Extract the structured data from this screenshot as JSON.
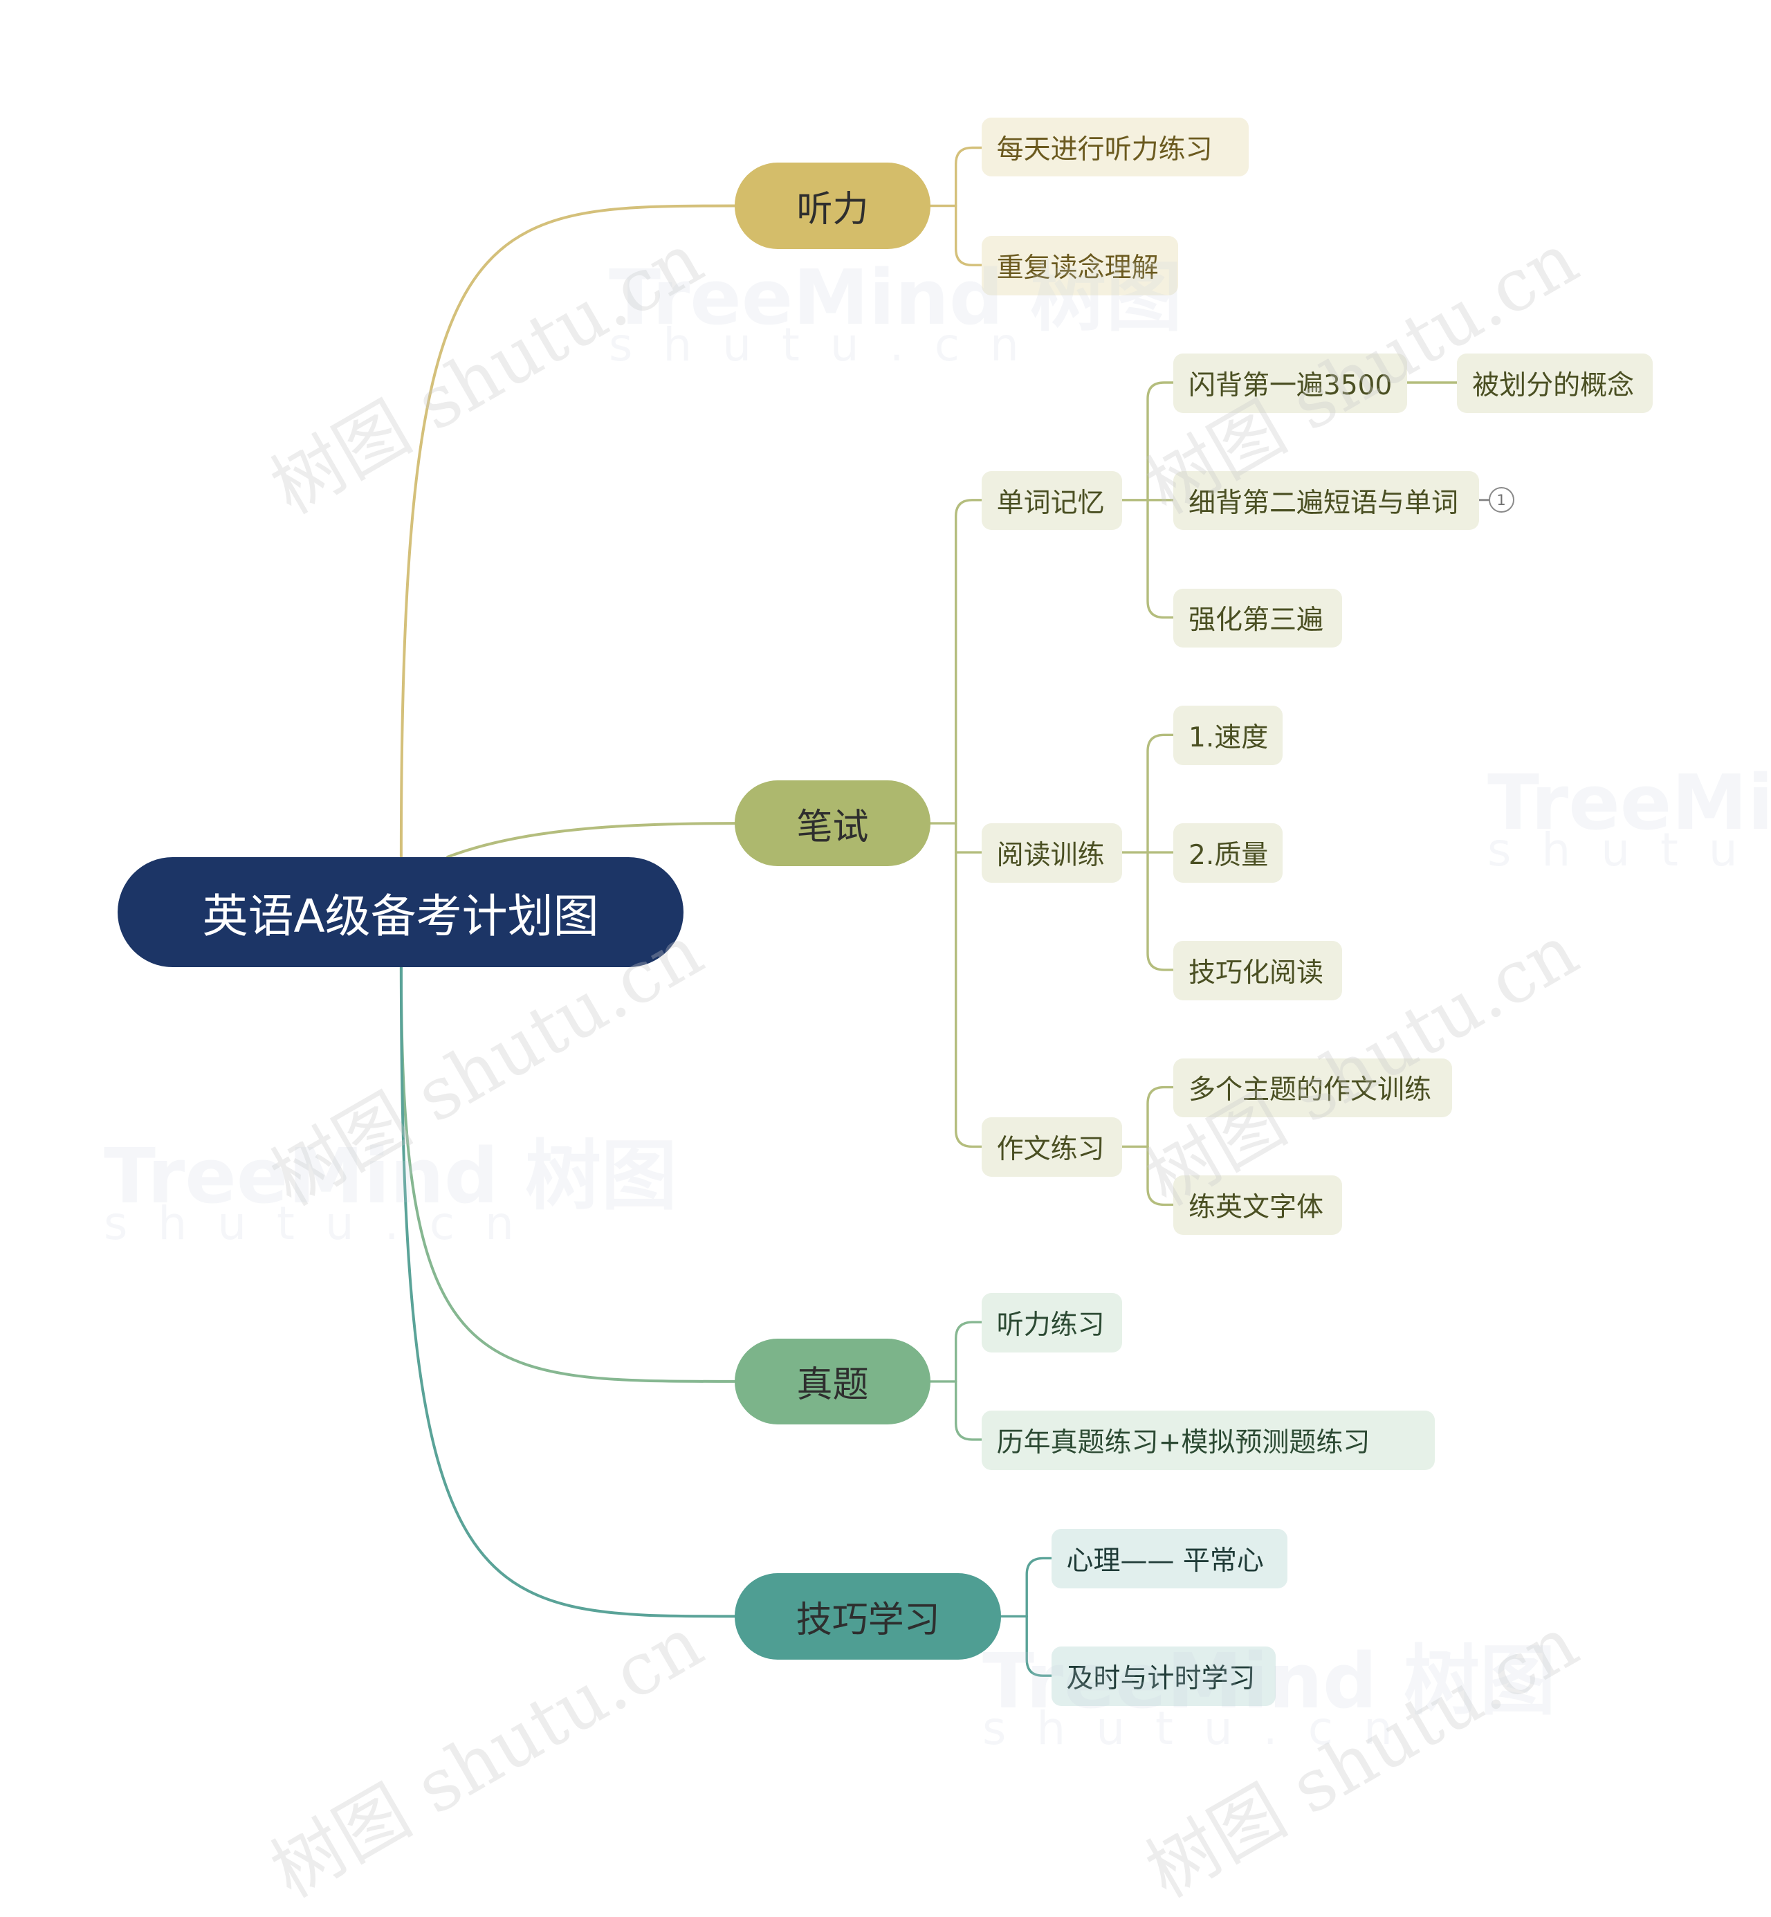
{
  "root": {
    "label": "英语A级备考计划图",
    "color": "#1c3566"
  },
  "branches": [
    {
      "label": "听力",
      "color": "#d4bd6a",
      "line_color": "#d4c07a",
      "leaf_bg": "#f5f1df",
      "leaf_text": "#6b5a1f",
      "children": [
        {
          "label": "每天进行听力练习"
        },
        {
          "label": "重复读念理解"
        }
      ]
    },
    {
      "label": "笔试",
      "color": "#adb86e",
      "line_color": "#b4bd7d",
      "leaf_bg": "#eff0e1",
      "leaf_text": "#4a4f22",
      "children": [
        {
          "label": "单词记忆",
          "children": [
            {
              "label": "闪背第一遍3500",
              "children": [
                {
                  "label": "被划分的概念"
                }
              ]
            },
            {
              "label": "细背第二遍短语与单词",
              "badge": "1"
            },
            {
              "label": "强化第三遍"
            }
          ]
        },
        {
          "label": "阅读训练",
          "children": [
            {
              "label": "1.速度"
            },
            {
              "label": "2.质量"
            },
            {
              "label": "技巧化阅读"
            }
          ]
        },
        {
          "label": "作文练习",
          "children": [
            {
              "label": "多个主题的作文训练"
            },
            {
              "label": "练英文字体"
            }
          ]
        }
      ]
    },
    {
      "label": "真题",
      "color": "#7cb48a",
      "line_color": "#86b791",
      "leaf_bg": "#e6f1e8",
      "leaf_text": "#2c4a33",
      "children": [
        {
          "label": "听力练习"
        },
        {
          "label": "历年真题练习+模拟预测题练习"
        }
      ]
    },
    {
      "label": "技巧学习",
      "color": "#4f9e93",
      "line_color": "#5aa398",
      "leaf_bg": "#e1efed",
      "leaf_text": "#1f3b37",
      "children": [
        {
          "label": "心理—— 平常心"
        },
        {
          "label": "及时与计时学习"
        }
      ]
    }
  ],
  "watermark": {
    "text": "树图 shutu.cn",
    "brand": "TreeMind 树图",
    "sub": "shutu.cn"
  }
}
